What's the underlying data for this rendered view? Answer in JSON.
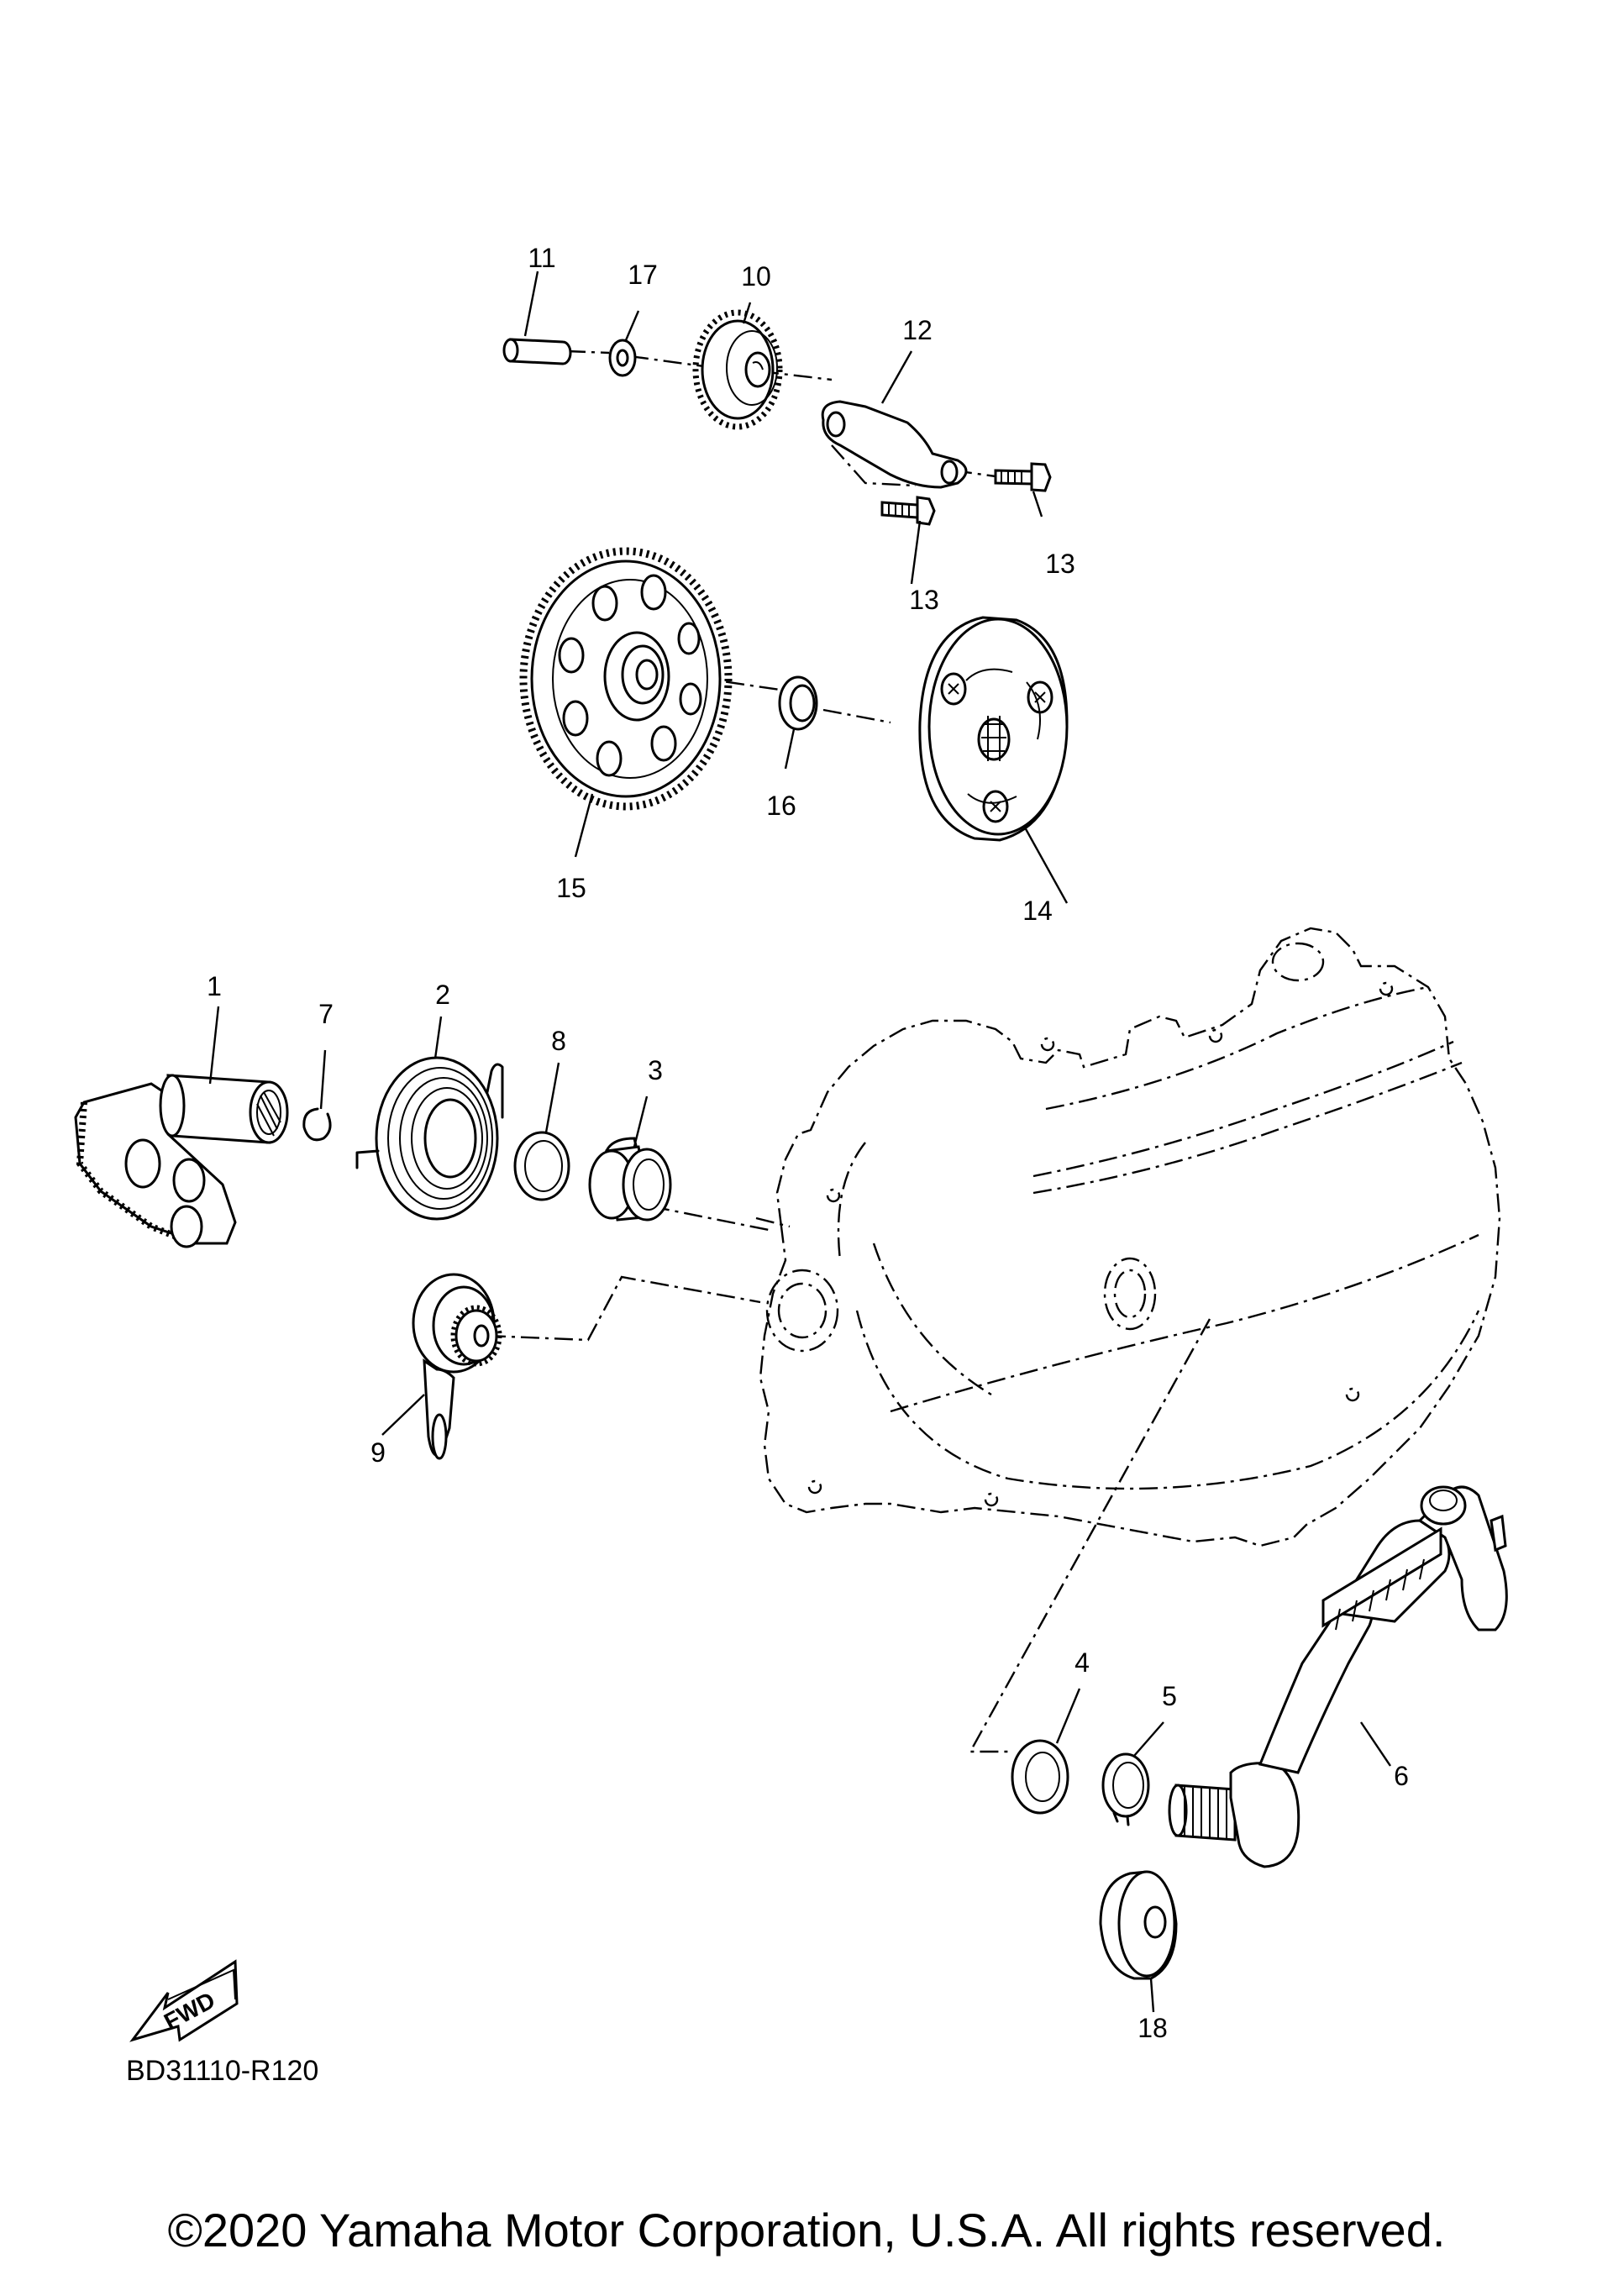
{
  "diagram_code": "BD31110-R120",
  "fwd_badge": "FWD",
  "copyright": "©2020 Yamaha Motor Corporation, U.S.A. All rights reserved.",
  "callouts": {
    "c1": "1",
    "c2": "2",
    "c3": "3",
    "c4": "4",
    "c5": "5",
    "c6": "6",
    "c7": "7",
    "c8": "8",
    "c9": "9",
    "c10": "10",
    "c11": "11",
    "c12": "12",
    "c13a": "13",
    "c13b": "13",
    "c14": "14",
    "c15": "15",
    "c16": "16",
    "c17": "17",
    "c18": "18"
  }
}
